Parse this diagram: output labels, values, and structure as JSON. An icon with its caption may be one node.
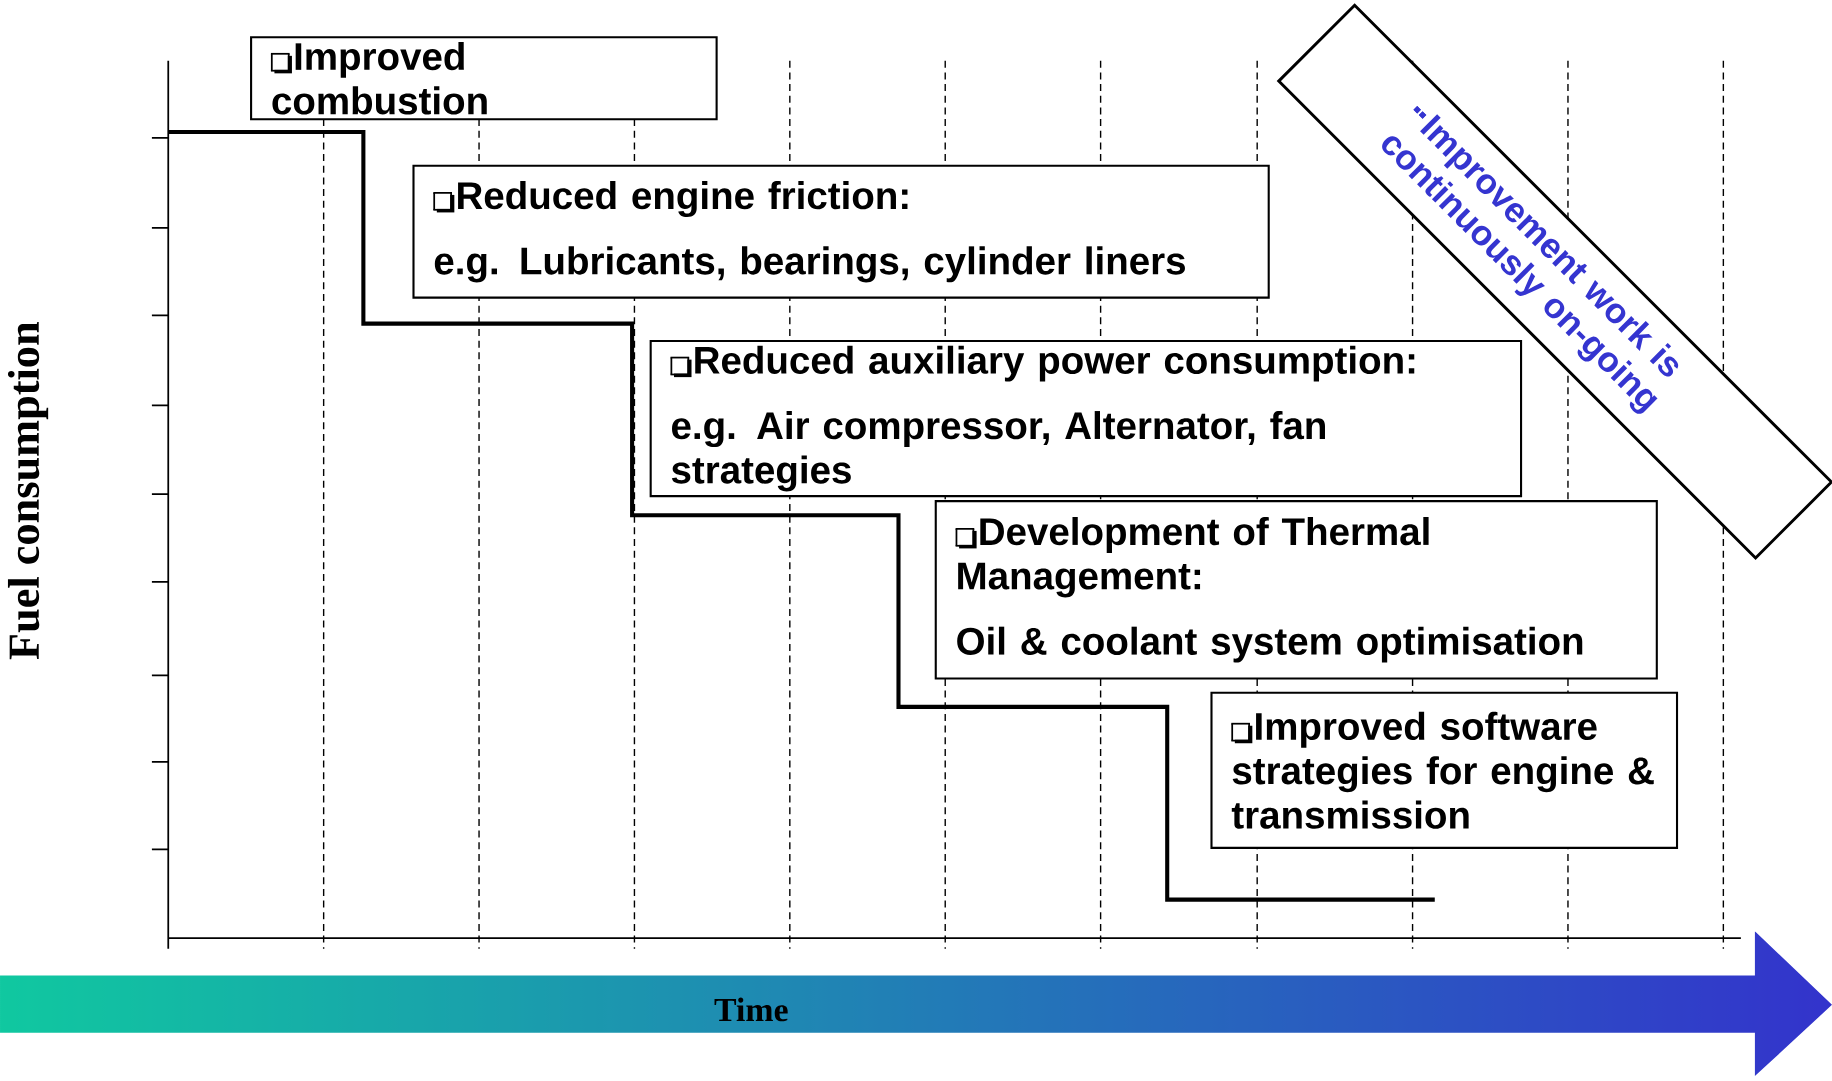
{
  "diagram": {
    "nodes": [
      {
        "text": [
          "Improved combustion"
        ]
      },
      {
        "text": [
          "Reduced engine friction:",
          "e.g. Lubricants, bearings, cylinder liners"
        ]
      },
      {
        "text": [
          "Reduced auxiliary power consumption:",
          "e.g. Air compressor, Alternator, fan strategies"
        ]
      },
      {
        "text": [
          "Development of Thermal Management:",
          "Oil & coolant system optimisation"
        ]
      },
      {
        "text": [
          "Improved software strategies for engine & transmission"
        ]
      },
      {
        "text": [
          "Improvement work is continuously on-going"
        ]
      }
    ],
    "edges": [],
    "labels": [
      "Fuel consumption",
      "Time"
    ]
  }
}
